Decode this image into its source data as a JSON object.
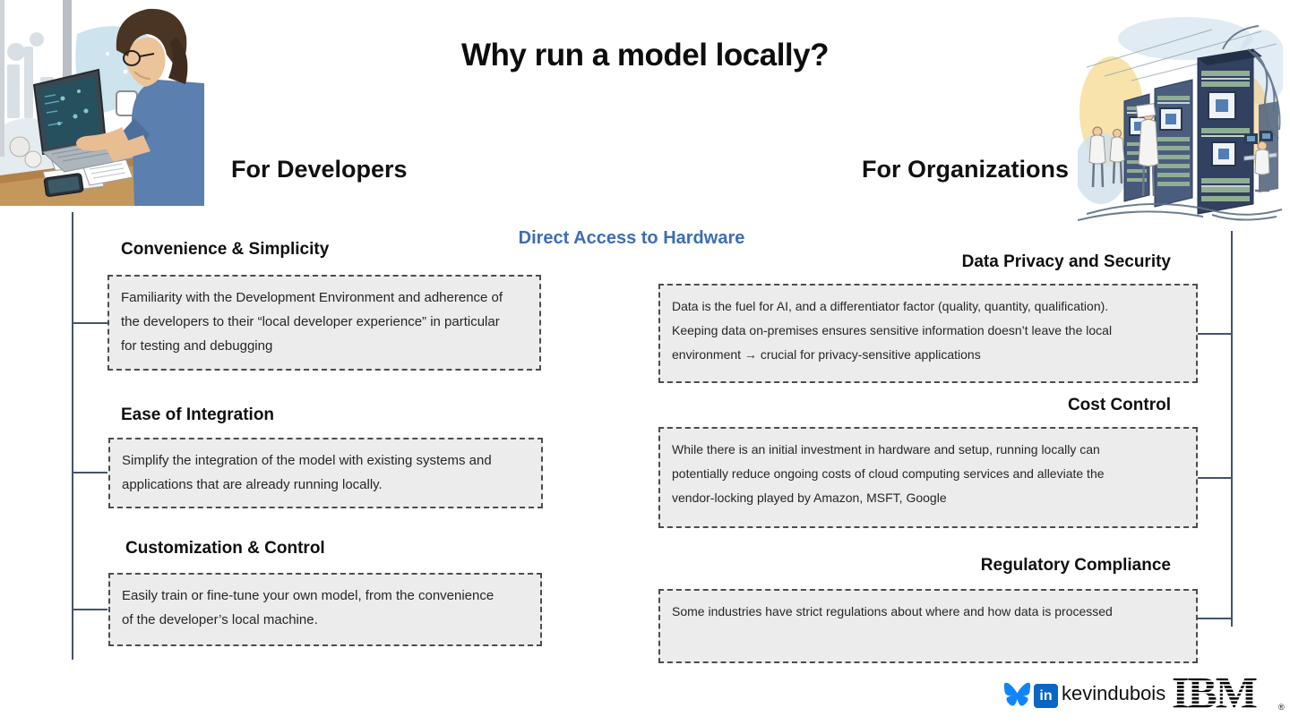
{
  "slide": {
    "title": "Why run a model locally?",
    "center_callout": "Direct Access to Hardware"
  },
  "developers": {
    "header": "For Developers",
    "items": [
      {
        "heading": "Convenience & Simplicity",
        "body": "Familiarity with the Development Environment and adherence of\nthe developers to their “local developer experience” in particular\nfor testing and debugging"
      },
      {
        "heading": "Ease of Integration",
        "body": "Simplify the integration of the model with existing systems and\napplications that are already running locally."
      },
      {
        "heading": "Customization & Control",
        "body": "Easily train or fine-tune your own model, from the convenience\nof the developer’s local machine."
      }
    ]
  },
  "organizations": {
    "header": "For Organizations",
    "items": [
      {
        "heading": "Data Privacy and Security",
        "body": "Data is the fuel for AI, and a differentiator factor (quality, quantity, qualification).\nKeeping data on-premises ensures sensitive information doesn’t leave the local\nenvironment → crucial for privacy-sensitive applications"
      },
      {
        "heading": "Cost Control",
        "body": "While there is an initial investment in hardware and setup, running locally can\npotentially reduce ongoing costs of cloud computing services and alleviate the\nvendor-locking played by Amazon, MSFT, Google"
      },
      {
        "heading": "Regulatory Compliance",
        "body": "Some industries have strict regulations about where and how data is processed"
      }
    ]
  },
  "footer": {
    "handle": "kevindubois",
    "linkedin_glyph": "in",
    "ibm": "IBM",
    "registered_mark": "®"
  },
  "icons": {
    "left_illustration": "developer-at-laptop-illustration",
    "right_illustration": "datacenter-servers-illustration",
    "bluesky": "bluesky-butterfly-icon",
    "linkedin": "linkedin-icon",
    "ibm_logo": "ibm-logo"
  },
  "colors": {
    "callout_blue": "#3d6db5",
    "bluesky_blue": "#1185fe",
    "linkedin_blue": "#0a66c2",
    "box_background": "#ececec",
    "box_border": "#4d4d4d",
    "connector": "#44536a"
  }
}
